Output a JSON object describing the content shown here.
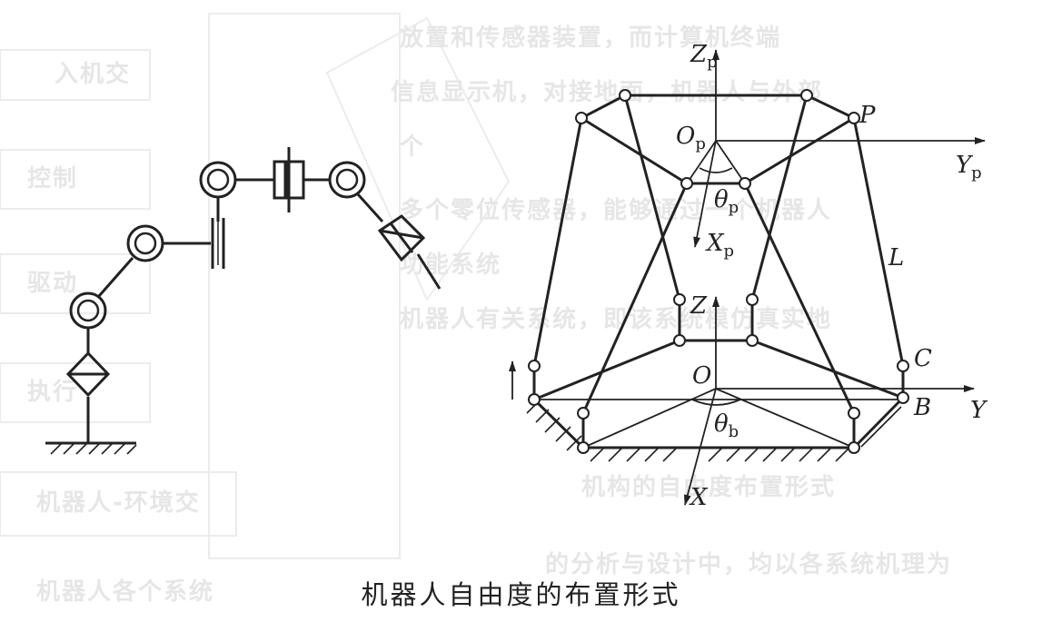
{
  "figure": {
    "caption": "机器人自由度的布置形式",
    "background_ghost_text": [
      "放置和传感器装置，而计算机终端",
      "信息显示机，对接地面，机器人与外部",
      "个",
      "多个零位传感器，能够通过一个机器人",
      "功能系统",
      "机器人有关系统，即该系统模仿真实地",
      "机构的自由度布置形式",
      "的分析与设计中，均以各系统机理为",
      "入机交",
      "控制",
      "驱动",
      "执行",
      "机器人-环境交",
      "机器人各个系统"
    ],
    "labels": {
      "Zp": {
        "main": "Z",
        "sub": "p"
      },
      "Op": {
        "main": "O",
        "sub": "p"
      },
      "P": {
        "main": "P"
      },
      "Yp": {
        "main": "Y",
        "sub": "p"
      },
      "theta_p": {
        "main": "θ",
        "sub": "p"
      },
      "Xp": {
        "main": "X",
        "sub": "p"
      },
      "L": {
        "main": "L"
      },
      "Z": {
        "main": "Z"
      },
      "C": {
        "main": "C"
      },
      "O": {
        "main": "O"
      },
      "B": {
        "main": "B"
      },
      "Y": {
        "main": "Y"
      },
      "theta_b": {
        "main": "θ",
        "sub": "b"
      },
      "X": {
        "main": "X"
      }
    }
  }
}
